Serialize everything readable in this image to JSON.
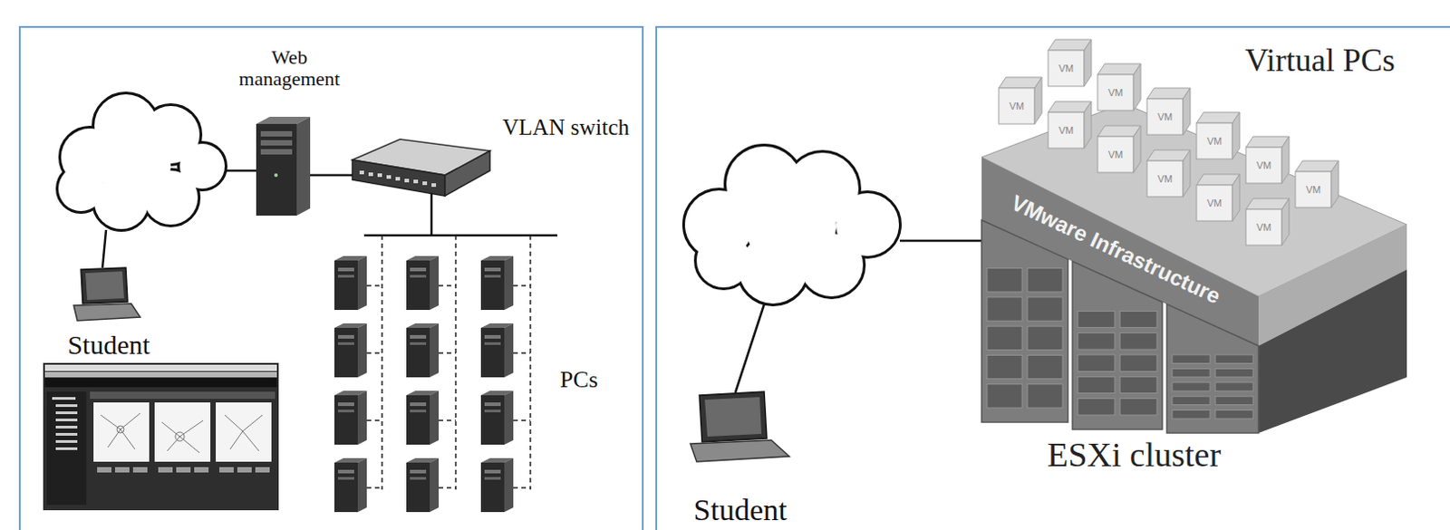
{
  "diagram": {
    "nodes": [
      {
        "text": [
          "Web management"
        ]
      },
      {
        "text": [
          "VLAN switch"
        ]
      },
      {
        "text": [
          "Student"
        ]
      },
      {
        "text": [
          "PCs"
        ]
      },
      {
        "text": [
          "VM"
        ]
      },
      {
        "text": [
          "VM"
        ]
      },
      {
        "text": [
          "VM"
        ]
      },
      {
        "text": [
          "VM"
        ]
      },
      {
        "text": [
          "VM"
        ]
      },
      {
        "text": [
          "VM"
        ]
      },
      {
        "text": [
          "VM"
        ]
      },
      {
        "text": [
          "VM"
        ]
      },
      {
        "text": [
          "VM"
        ]
      },
      {
        "text": [
          "VM"
        ]
      },
      {
        "text": [
          "VM"
        ]
      },
      {
        "text": [
          "VM"
        ]
      },
      {
        "text": [
          "VMware Infrastructure"
        ]
      },
      {
        "text": [
          "Student"
        ]
      }
    ],
    "edges": [
      {
        "from": 0,
        "to": 1,
        "arrow": "none"
      },
      {
        "from": 1,
        "to": 3,
        "arrow": "none"
      }
    ],
    "labels": [
      "Virtual PCs",
      "ESXi cluster"
    ]
  }
}
